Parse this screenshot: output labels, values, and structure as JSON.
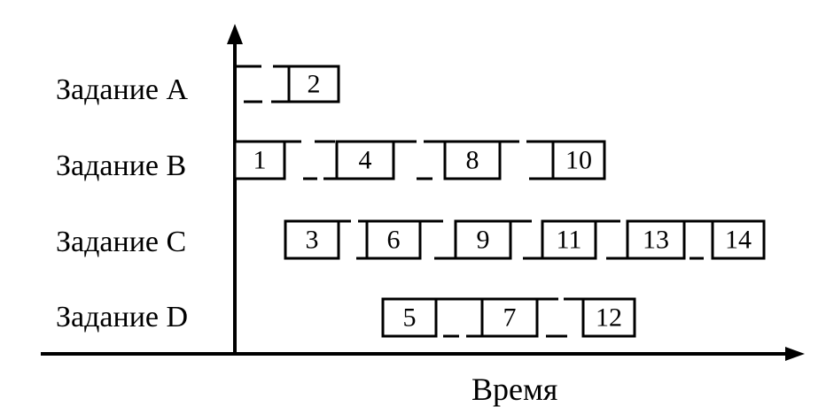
{
  "axis": {
    "x_label": "Время"
  },
  "rows": [
    {
      "label": "Задание A",
      "blocks": [
        "2"
      ]
    },
    {
      "label": "Задание B",
      "blocks": [
        "1",
        "4",
        "8",
        "10"
      ]
    },
    {
      "label": "Задание C",
      "blocks": [
        "3",
        "6",
        "9",
        "11",
        "13",
        "14"
      ]
    },
    {
      "label": "Задание D",
      "blocks": [
        "5",
        "7",
        "12"
      ]
    }
  ],
  "colors": {
    "stroke": "#000000",
    "background": "#ffffff"
  }
}
